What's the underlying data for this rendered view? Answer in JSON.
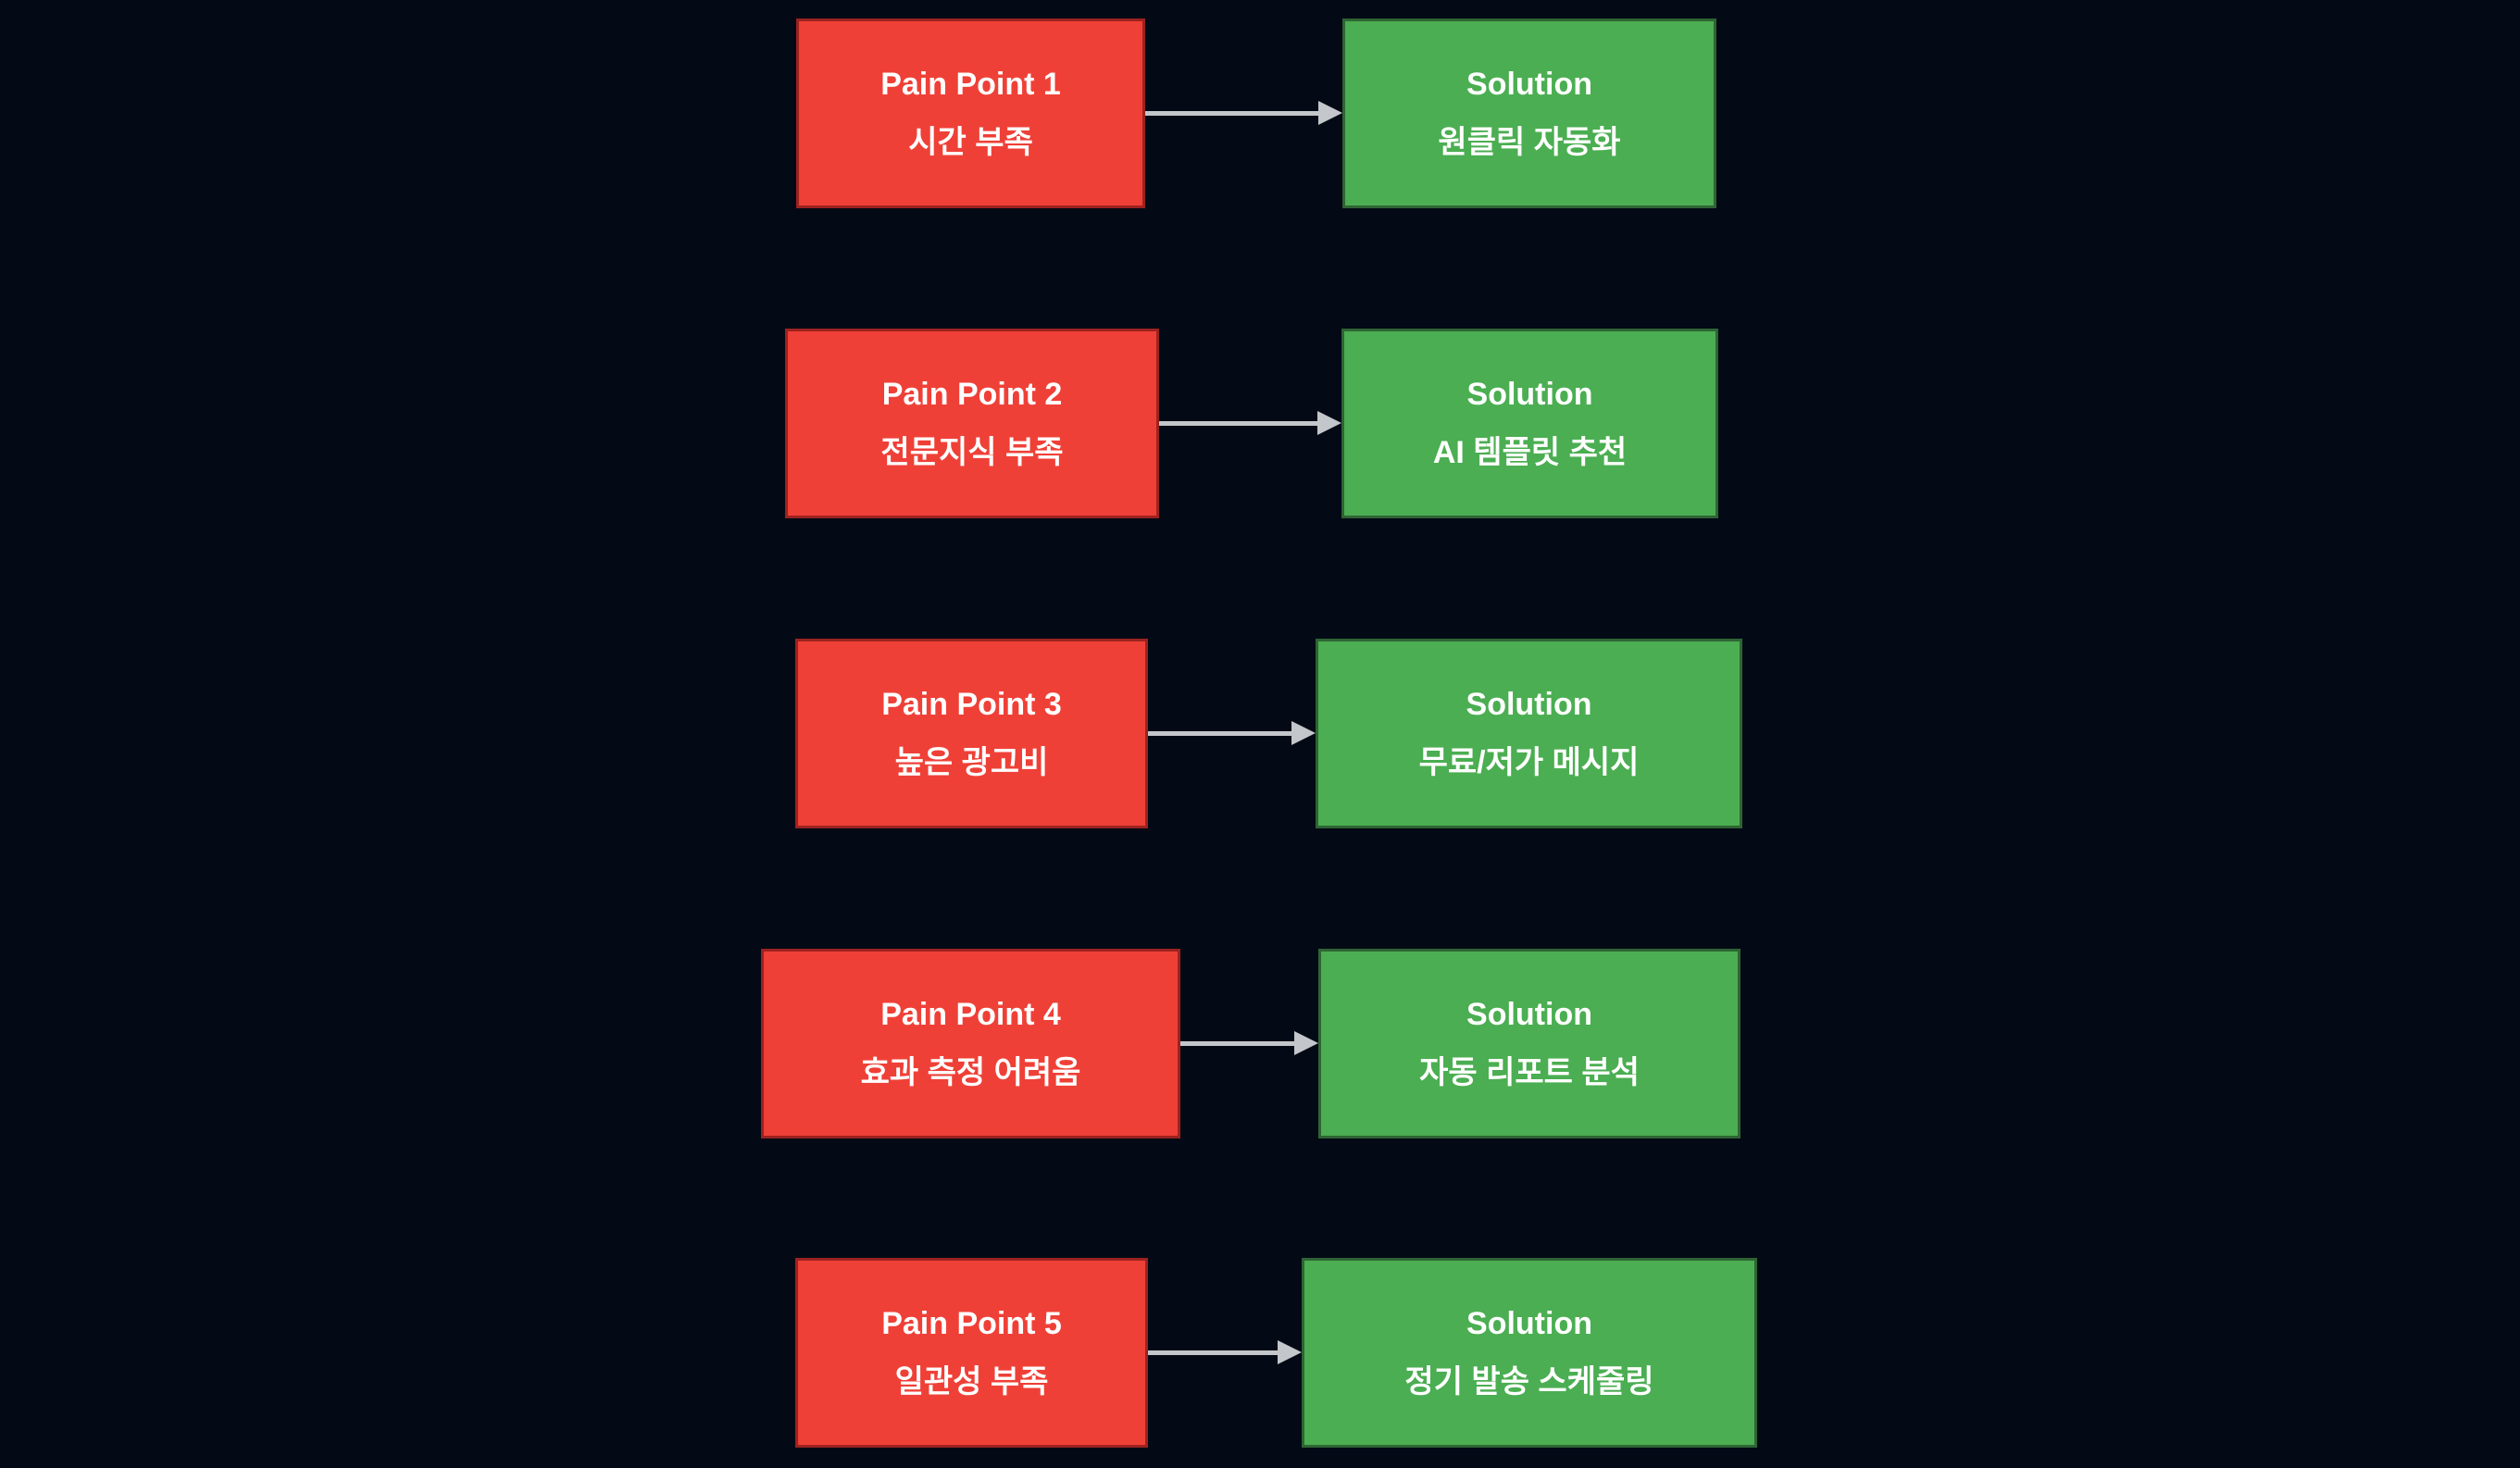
{
  "canvas": {
    "background": "#030a15"
  },
  "colors": {
    "pain_fill": "#ef4037",
    "pain_border": "#9c2220",
    "solution_fill": "#4bae52",
    "solution_border": "#2f6434",
    "arrow": "#c3c6ca",
    "text": "#ffffff"
  },
  "rows": [
    {
      "pain": {
        "title": "Pain Point 1",
        "subtitle": "시간 부족"
      },
      "solution": {
        "title": "Solution",
        "subtitle": "원클릭 자동화"
      }
    },
    {
      "pain": {
        "title": "Pain Point 2",
        "subtitle": "전문지식 부족"
      },
      "solution": {
        "title": "Solution",
        "subtitle": "AI 템플릿 추천"
      }
    },
    {
      "pain": {
        "title": "Pain Point 3",
        "subtitle": "높은 광고비"
      },
      "solution": {
        "title": "Solution",
        "subtitle": "무료/저가 메시지"
      }
    },
    {
      "pain": {
        "title": "Pain Point 4",
        "subtitle": "효과 측정 어려움"
      },
      "solution": {
        "title": "Solution",
        "subtitle": "자동 리포트 분석"
      }
    },
    {
      "pain": {
        "title": "Pain Point 5",
        "subtitle": "일관성 부족"
      },
      "solution": {
        "title": "Solution",
        "subtitle": "정기 발송 스케줄링"
      }
    }
  ]
}
